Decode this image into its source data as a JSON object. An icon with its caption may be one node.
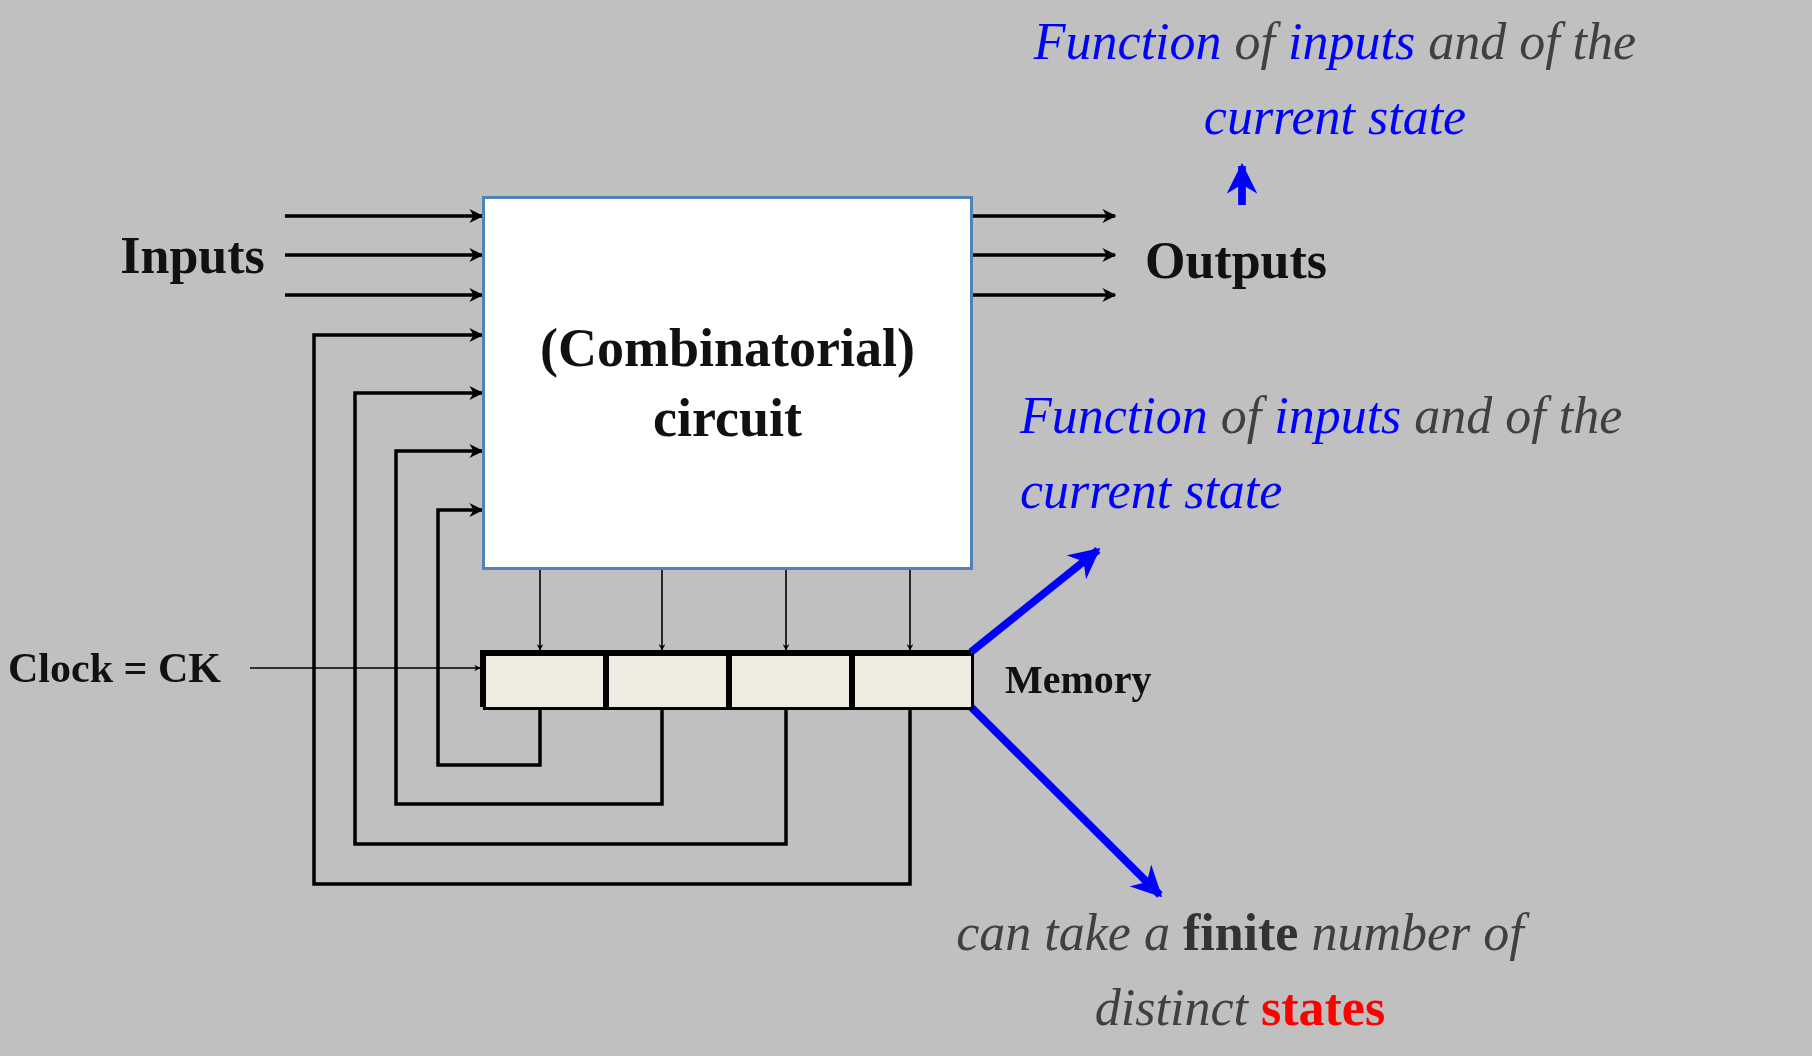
{
  "diagram": {
    "nodes": [
      {
        "text": [
          "Inputs"
        ]
      },
      {
        "text": [
          "(Combinatorial) circuit"
        ]
      },
      {
        "text": [
          "Outputs"
        ]
      },
      {
        "text": [
          "Clock = CK"
        ]
      },
      {
        "text": [],
        "shape": "box",
        "beside": [
          "Memory"
        ]
      },
      {
        "text": [],
        "shape": "box",
        "in": 4
      },
      {
        "text": [],
        "shape": "box",
        "in": 4
      },
      {
        "text": [],
        "shape": "box",
        "in": 4
      },
      {
        "text": [],
        "shape": "box",
        "in": 4
      },
      {
        "text": [
          "*Function* of *inputs* and of the *current state*"
        ]
      },
      {
        "text": [
          "*Function* of *inputs* and of the *current state*"
        ]
      },
      {
        "text": [
          "can take a **finite** number of distinct **states**"
        ]
      }
    ],
    "edges": [
      {
        "from": 0,
        "to": 1,
        "arrow": "to"
      },
      {
        "from": 0,
        "to": 1,
        "arrow": "to"
      },
      {
        "from": 0,
        "to": 1,
        "arrow": "to"
      },
      {
        "from": 1,
        "to": 2,
        "arrow": "to"
      },
      {
        "from": 1,
        "to": 2,
        "arrow": "to"
      },
      {
        "from": 1,
        "to": 2,
        "arrow": "to"
      },
      {
        "from": 1,
        "to": 5,
        "arrow": "to"
      },
      {
        "from": 1,
        "to": 6,
        "arrow": "to"
      },
      {
        "from": 1,
        "to": 7,
        "arrow": "to"
      },
      {
        "from": 1,
        "to": 8,
        "arrow": "to"
      },
      {
        "from": 5,
        "to": 1,
        "arrow": "to"
      },
      {
        "from": 6,
        "to": 1,
        "arrow": "to"
      },
      {
        "from": 7,
        "to": 1,
        "arrow": "to"
      },
      {
        "from": 8,
        "to": 1,
        "arrow": "to"
      },
      {
        "from": 3,
        "to": 4,
        "arrow": "to"
      },
      {
        "from": 2,
        "to": 9,
        "arrow": "to",
        "style": "thick",
        "color": "#0000ff"
      },
      {
        "from": 4,
        "to": 10,
        "arrow": "to",
        "style": "thick",
        "color": "#0000ff"
      },
      {
        "from": 4,
        "to": 11,
        "arrow": "to",
        "style": "thick",
        "color": "#0000ff"
      }
    ]
  }
}
